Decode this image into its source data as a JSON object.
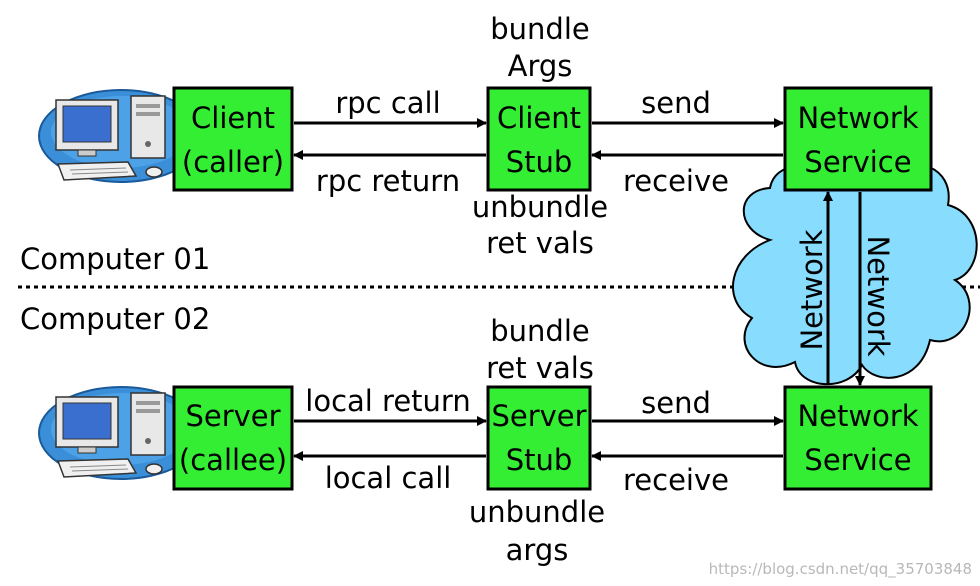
{
  "colors": {
    "box_fill": "#33ee33",
    "cloud_fill": "#88ddff",
    "stroke": "#000000"
  },
  "computers": {
    "top_label": "Computer 01",
    "bottom_label": "Computer 02"
  },
  "top_row": {
    "client_box": {
      "line1": "Client",
      "line2": "(caller)"
    },
    "stub_box": {
      "line1": "Client",
      "line2": "Stub"
    },
    "network_box": {
      "line1": "Network",
      "line2": "Service"
    },
    "stub_above": {
      "line1": "bundle",
      "line2": "Args"
    },
    "stub_below": {
      "line1": "unbundle",
      "line2": "ret vals"
    },
    "arrow_call": "rpc call",
    "arrow_return": "rpc return",
    "arrow_send": "send",
    "arrow_receive": "receive"
  },
  "bottom_row": {
    "server_box": {
      "line1": "Server",
      "line2": "(callee)"
    },
    "stub_box": {
      "line1": "Server",
      "line2": "Stub"
    },
    "network_box": {
      "line1": "Network",
      "line2": "Service"
    },
    "stub_above": {
      "line1": "bundle",
      "line2": "ret vals"
    },
    "stub_below": {
      "line1": "unbundle",
      "line2": "args"
    },
    "arrow_return": "local return",
    "arrow_call": "local call",
    "arrow_send": "send",
    "arrow_receive": "receive"
  },
  "network": {
    "left_label": "Network",
    "right_label": "Network"
  },
  "watermark": "https://blog.csdn.net/qq_35703848",
  "icons": [
    "desktop-computer-icon",
    "desktop-computer-icon"
  ]
}
